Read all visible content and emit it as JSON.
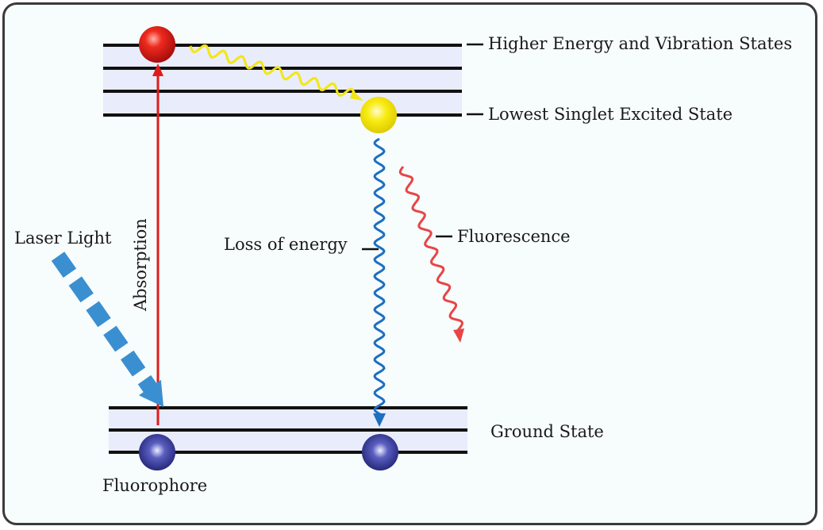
{
  "labels": {
    "higher_states": "Higher Energy and Vibration States",
    "lowest_singlet": "Lowest Singlet Excited State",
    "ground_state": "Ground State",
    "laser_light": "Laser Light",
    "absorption": "Absorption",
    "loss_of_energy": "Loss of energy",
    "fluorescence": "Fluorescence",
    "fluorophore": "Fluorophore"
  },
  "colors": {
    "band_fill": "#e9ecfb",
    "level_line": "#111111",
    "absorption_arrow": "#e01b1b",
    "vibrational_relaxation": "#f2e614",
    "energy_loss_wave": "#1d6fc0",
    "fluorescence_wave": "#e84545",
    "laser_arrow": "#3a8fd0",
    "excited_electron": "#e11d1d",
    "relaxed_electron": "#f7e700",
    "ground_electron": "#2c2f8f"
  }
}
